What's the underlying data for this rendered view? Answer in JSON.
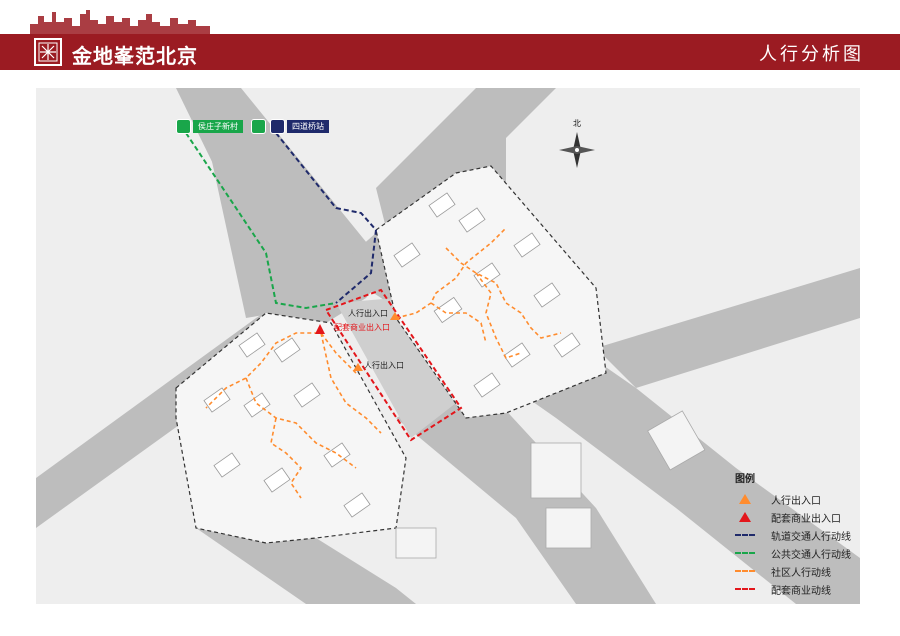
{
  "header": {
    "brand": "金地峯范北京",
    "page_title": "人行分析图"
  },
  "colors": {
    "header_red": "#9b1b22",
    "rail_line": "#1f2a6b",
    "bus_line": "#19a64a",
    "community_line": "#ff8c2e",
    "commercial_line": "#e3161b",
    "pedestrian_entrance": "#ff8c2e",
    "commercial_entrance": "#e3161b"
  },
  "map": {
    "north_label": "北",
    "stations": [
      {
        "name": "侯庄子新村",
        "type": "bus",
        "icon": "bus-icon",
        "color": "#19a64a"
      },
      {
        "name": "四道桥站",
        "type": "metro",
        "icon": "metro-icon",
        "color": "#1f2a6b"
      }
    ],
    "entrance_labels": {
      "pedestrian_1": "人行出入口",
      "pedestrian_2": "人行出入口",
      "commercial": "配套商业出入口"
    }
  },
  "legend": {
    "title": "图例",
    "items": [
      {
        "label": "人行出入口",
        "symbol": "triangle",
        "color": "#ff8c2e"
      },
      {
        "label": "配套商业出入口",
        "symbol": "triangle",
        "color": "#e3161b"
      },
      {
        "label": "轨道交通人行动线",
        "symbol": "dashed-line",
        "color": "#1f2a6b"
      },
      {
        "label": "公共交通人行动线",
        "symbol": "dashed-line",
        "color": "#19a64a"
      },
      {
        "label": "社区人行动线",
        "symbol": "dashed-line",
        "color": "#ff8c2e"
      },
      {
        "label": "配套商业动线",
        "symbol": "dashed-line",
        "color": "#e3161b"
      }
    ]
  }
}
